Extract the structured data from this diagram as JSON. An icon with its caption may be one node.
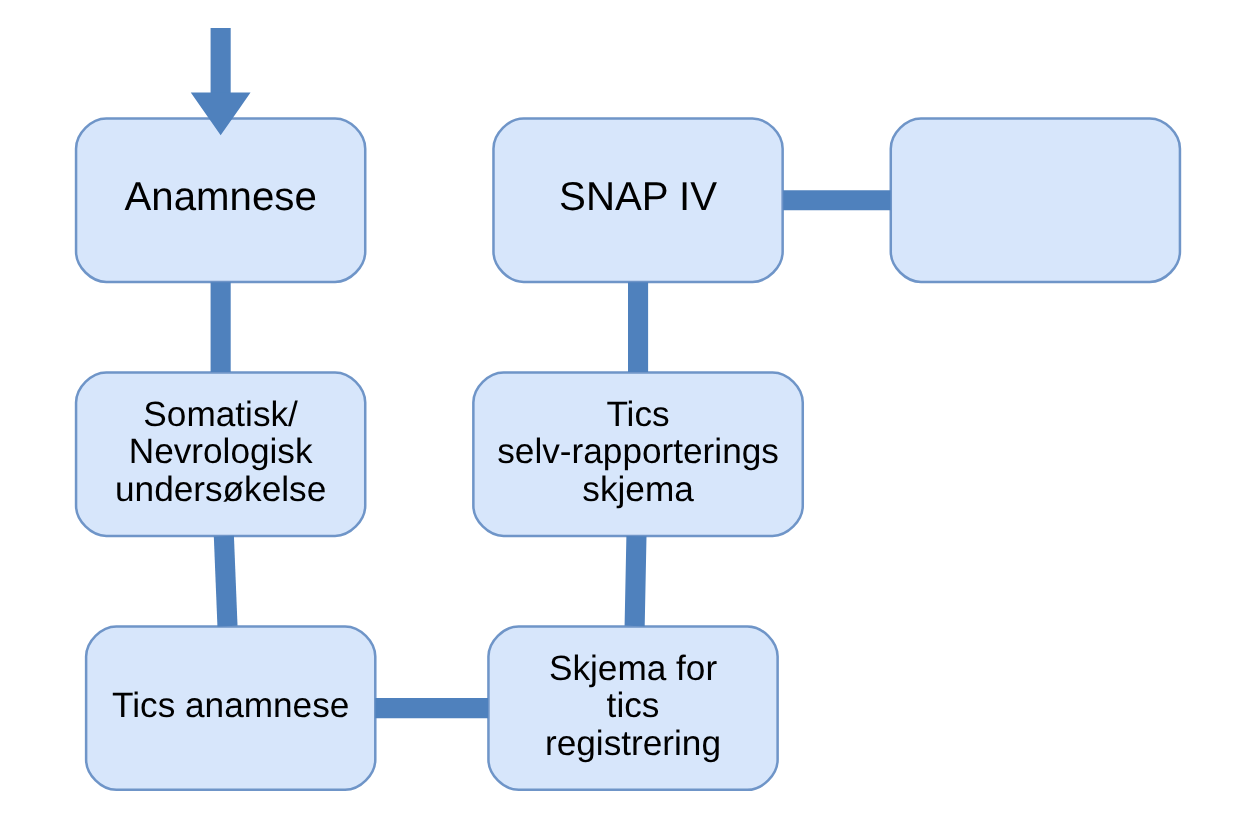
{
  "diagram": {
    "nodes": [
      {
        "text": [
          "Anamnese"
        ]
      },
      {
        "text": [
          "Somatisk/ Nevrologisk undersøkelse"
        ]
      },
      {
        "text": [
          "Tics anamnese"
        ]
      },
      {
        "text": [
          "Skjema for tics registrering"
        ]
      },
      {
        "text": [
          "Tics selv-rapporterings skjema"
        ]
      },
      {
        "text": [
          "SNAP IV"
        ]
      },
      {
        "text": [],
        "shape": "box"
      }
    ],
    "edges": [
      {
        "from": null,
        "to": 0,
        "arrow": "to"
      },
      {
        "from": 0,
        "to": 1,
        "arrow": "none"
      },
      {
        "from": 1,
        "to": 2,
        "arrow": "none"
      },
      {
        "from": 2,
        "to": 3,
        "arrow": "none"
      },
      {
        "from": 3,
        "to": 4,
        "arrow": "none"
      },
      {
        "from": 4,
        "to": 5,
        "arrow": "none"
      },
      {
        "from": 5,
        "to": 6,
        "arrow": "none"
      }
    ]
  }
}
